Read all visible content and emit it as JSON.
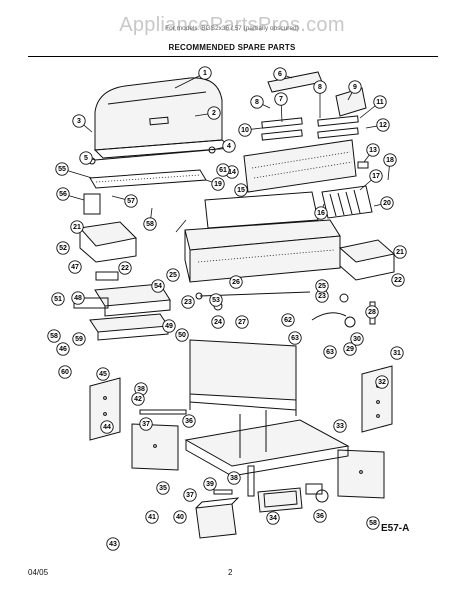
{
  "watermark": "AppliancePartsPros.com",
  "model_line": "For models: BGS2x36 / 57 (partially obscured)",
  "section_title": "RECOMMENDED SPARE PARTS",
  "figure_code": "E57-A",
  "footer": {
    "date": "04/05",
    "page": "2"
  },
  "callouts": [
    "1",
    "2",
    "3",
    "4",
    "5",
    "6",
    "7",
    "8",
    "8",
    "9",
    "10",
    "11",
    "12",
    "13",
    "14",
    "15",
    "16",
    "17",
    "18",
    "19",
    "20",
    "21",
    "21",
    "22",
    "22",
    "23",
    "23",
    "24",
    "25",
    "25",
    "26",
    "27",
    "28",
    "29",
    "30",
    "31",
    "32",
    "33",
    "34",
    "35",
    "36",
    "36",
    "37",
    "37",
    "38",
    "38",
    "39",
    "40",
    "41",
    "42",
    "43",
    "44",
    "45",
    "46",
    "47",
    "48",
    "49",
    "50",
    "51",
    "52",
    "53",
    "54",
    "55",
    "56",
    "57",
    "58",
    "58",
    "58",
    "59",
    "60",
    "61",
    "62",
    "63",
    "63"
  ]
}
